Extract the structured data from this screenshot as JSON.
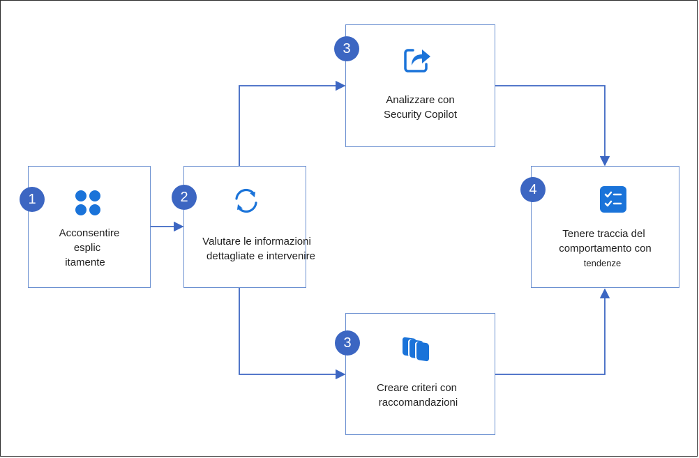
{
  "steps": {
    "s1": {
      "number": "1",
      "line1": "Acconsentire",
      "line2": "esplic",
      "line3": "itamente",
      "icon": "four-dots-icon"
    },
    "s2": {
      "number": "2",
      "line1": "Valutare le informazioni",
      "line2": "dettagliate e intervenire",
      "icon": "refresh-icon"
    },
    "s3a": {
      "number": "3",
      "line1": "Analizzare con",
      "line2": "Security Copilot",
      "icon": "share-arrow-icon"
    },
    "s3b": {
      "number": "3",
      "line1": "Creare criteri con",
      "line2": "raccomandazioni",
      "icon": "stacked-cards-icon"
    },
    "s4": {
      "number": "4",
      "line1": "Tenere traccia del",
      "line2": "comportamento con",
      "line3": "tendenze",
      "icon": "checklist-icon"
    }
  },
  "colors": {
    "accent": "#3c66c2",
    "icon": "#1a73d9",
    "border": "#6a8fd0",
    "connector": "#3c66c2"
  }
}
